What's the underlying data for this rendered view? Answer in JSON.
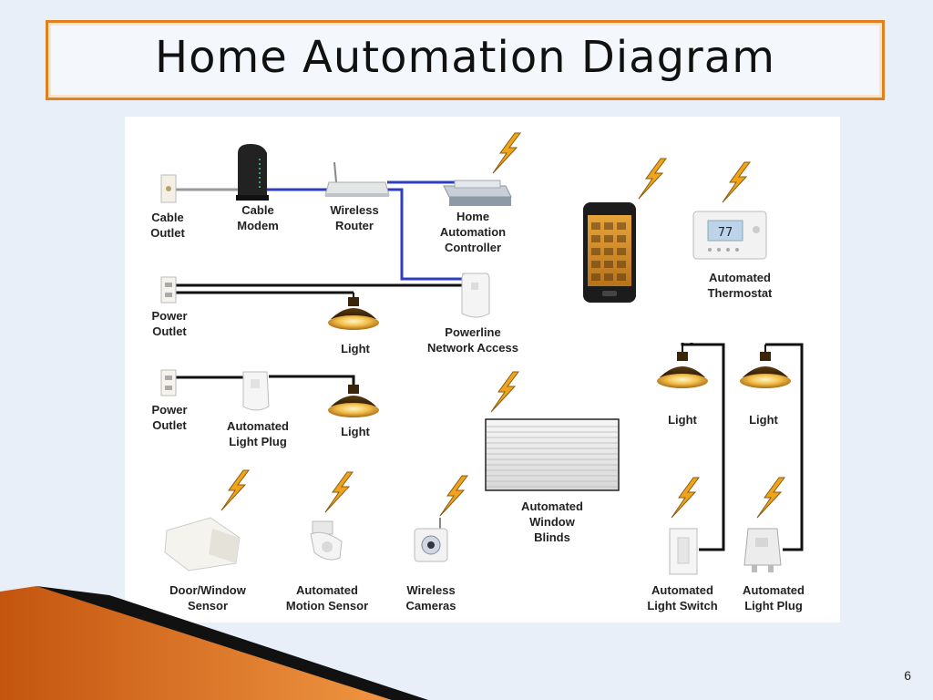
{
  "slide": {
    "title": "Home Automation Diagram",
    "page_number": "6"
  },
  "diagram": {
    "labels": {
      "cable_outlet": "Cable\nOutlet",
      "cable_modem": "Cable\nModem",
      "wireless_router": "Wireless\nRouter",
      "home_automation_controller": "Home\nAutomation\nController",
      "power_outlet_1": "Power\nOutlet",
      "light_1": "Light",
      "powerline_network_access": "Powerline\nNetwork Access",
      "automated_thermostat": "Automated\nThermostat",
      "power_outlet_2": "Power\nOutlet",
      "automated_light_plug_1": "Automated\nLight Plug",
      "light_2": "Light",
      "light_3": "Light",
      "light_4": "Light",
      "automated_window_blinds": "Automated\nWindow\nBlinds",
      "door_window_sensor": "Door/Window\nSensor",
      "automated_motion_sensor": "Automated\nMotion Sensor",
      "wireless_cameras": "Wireless\nCameras",
      "automated_light_switch": "Automated\nLight Switch",
      "automated_light_plug_2": "Automated\nLight Plug"
    },
    "thermostat_reading": "77",
    "colors": {
      "network_line": "#2b3fbf",
      "power_line": "#111111",
      "cable_line": "#9a9a9a",
      "bolt_fill": "#f0a41c",
      "bolt_stroke": "#8a5a10",
      "title_border": "#e0801f"
    }
  }
}
